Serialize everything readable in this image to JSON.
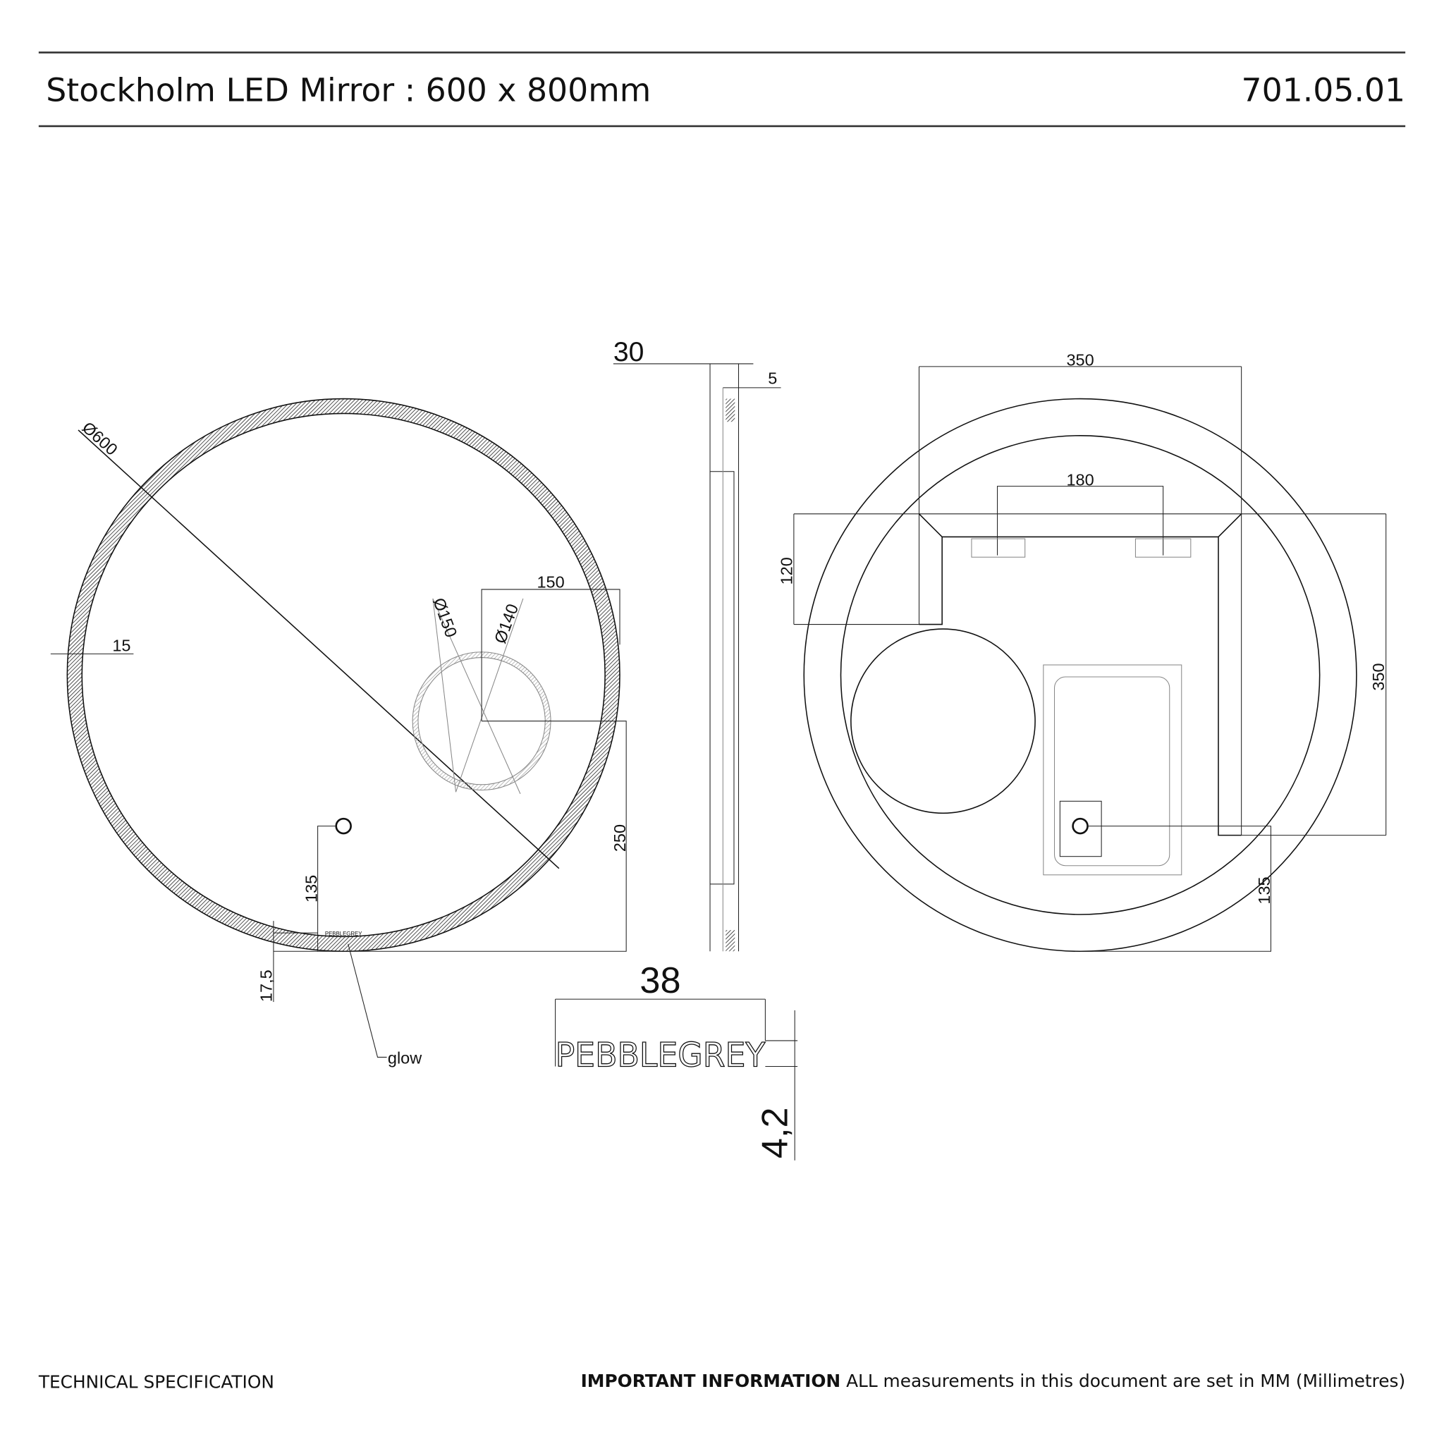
{
  "header": {
    "title": "Stockholm LED Mirror : 600 x 800mm",
    "code": "701.05.01"
  },
  "footer": {
    "left": "TECHNICAL SPECIFICATION",
    "important_label": "IMPORTANT INFORMATION",
    "important_text": " ALL measurements in this document are set in MM (Millimetres)"
  },
  "front_view": {
    "diameter": "Ø600",
    "frame_width": "15",
    "magnifier_outer": "Ø150",
    "magnifier_inner": "Ø140",
    "magnifier_offset_x": "150",
    "magnifier_offset_y": "250",
    "button_height": "135",
    "glow_offset": "17,5",
    "glow_label": "glow",
    "logo_small": "PEBBLEGREY"
  },
  "side_view": {
    "depth": "30",
    "glass": "5"
  },
  "logo_detail": {
    "width": "38",
    "height": "4,2",
    "logo": "PEBBLEGREY"
  },
  "back_view": {
    "bracket_width": "350",
    "clip_spacing": "180",
    "bracket_top": "120",
    "bracket_height": "350",
    "button_height": "135"
  }
}
